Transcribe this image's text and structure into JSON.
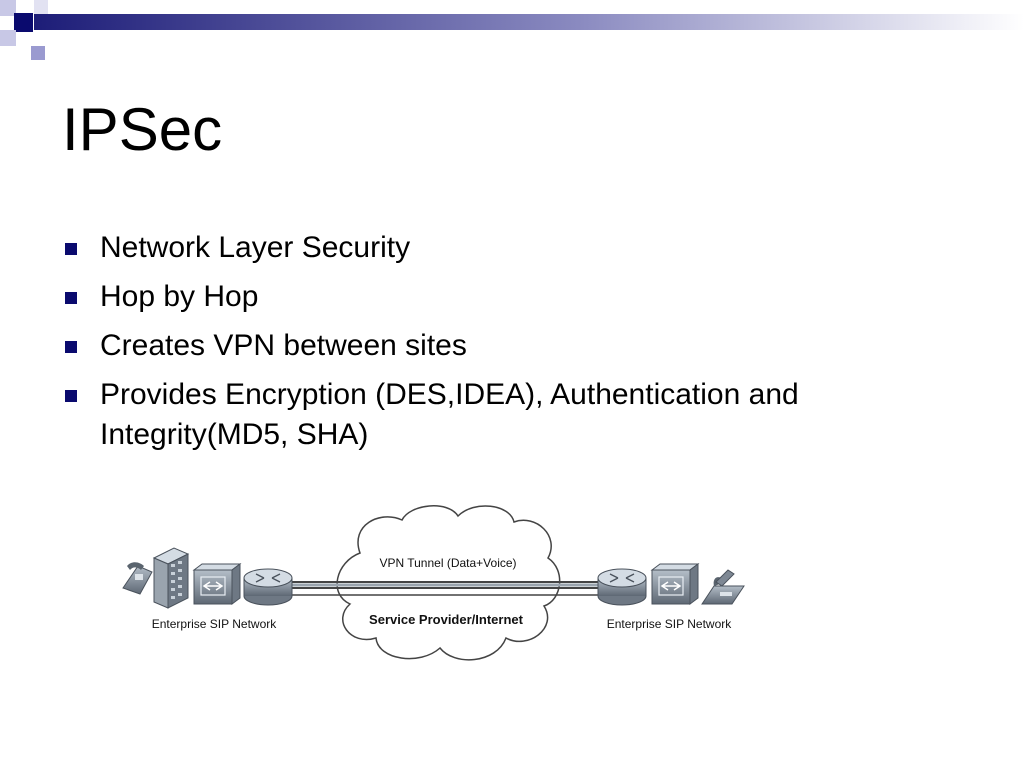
{
  "slide": {
    "title": "IPSec",
    "bullets": [
      "Network Layer Security",
      "Hop by Hop",
      "Creates VPN between sites",
      "Provides Encryption (DES,IDEA), Authentication and Integrity(MD5, SHA)"
    ]
  },
  "diagram": {
    "tunnel_label": "VPN Tunnel (Data+Voice)",
    "cloud_label": "Service Provider/Internet",
    "left_site_label": "Enterprise SIP Network",
    "right_site_label": "Enterprise SIP Network",
    "icons": {
      "left": [
        "ip-phone-icon",
        "building-icon",
        "switch-icon",
        "router-icon"
      ],
      "right": [
        "router-icon",
        "switch-icon",
        "ip-phone-icon"
      ]
    }
  },
  "colors": {
    "accent": "#0a0a6e",
    "band_gradient_end": "#ffffff",
    "device_gray": "#8c96a0"
  }
}
